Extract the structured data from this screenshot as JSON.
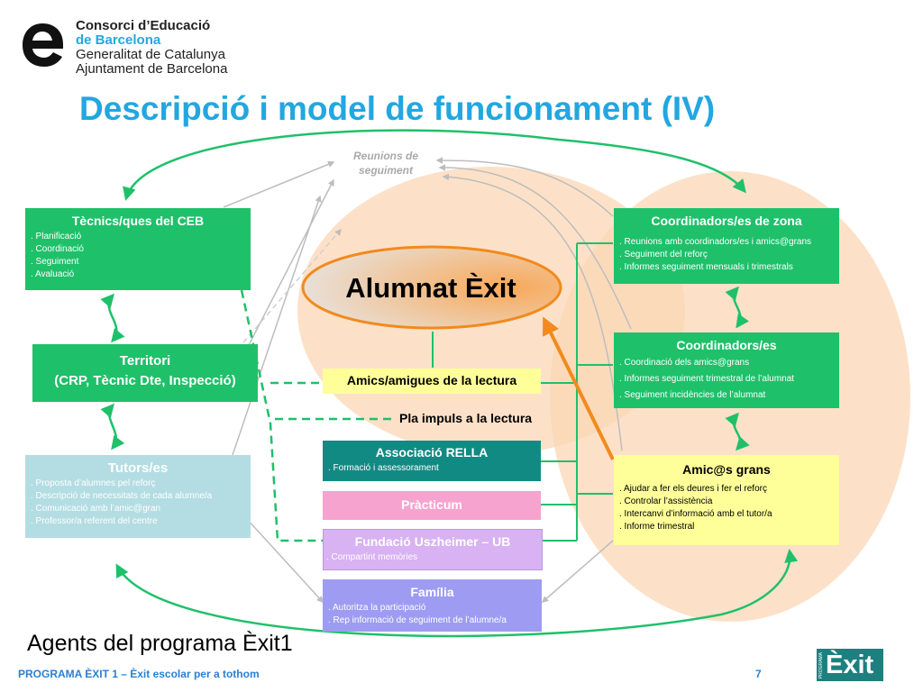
{
  "org": {
    "line1": "Consorci d’Educació",
    "line2": "de Barcelona",
    "line3": "Generalitat de Catalunya",
    "line4": "Ajuntament de Barcelona"
  },
  "title": "Descripció i model de funcionament (IV)",
  "reunions": {
    "line1": "Reunions de",
    "line2": "seguiment"
  },
  "center": "Alumnat Èxit",
  "tecnics": {
    "title": "Tècnics/ques del CEB",
    "items": [
      ". Planificació",
      ". Coordinació",
      ". Seguiment",
      ". Avaluació"
    ]
  },
  "territori": {
    "title": "Territori",
    "subtitle": "(CRP, Tècnic Dte, Inspecció)"
  },
  "tutors": {
    "title": "Tutors/es",
    "items": [
      ". Proposta d’alumnes pel reforç",
      ". Descripció de necessitats de cada alumne/a",
      ". Comunicació amb l’amic@gran",
      ". Professor/a referent del centre"
    ]
  },
  "amics_lectura": "Amics/amigues de la lectura",
  "pla_impuls": "Pla impuls a la lectura",
  "rella": {
    "title": "Associació RELLA",
    "items": [
      ". Formació i assessorament"
    ]
  },
  "practicum": "Pràcticum",
  "uszheimer": {
    "title": "Fundació Uszheimer – UB",
    "items": [
      ". Compartint memòries"
    ]
  },
  "familia": {
    "title": "Família",
    "items": [
      ". Autoritza la participació",
      ". Rep informació de seguiment de l’alumne/a"
    ]
  },
  "coord_zona": {
    "title": "Coordinadors/es de zona",
    "items": [
      ". Reunions amb coordinadors/es i amics@grans",
      ". Seguiment del reforç",
      ". Informes seguiment mensuals i trimestrals"
    ]
  },
  "coordinadors": {
    "title": "Coordinadors/es",
    "items": [
      ". Coordinació dels amics@grans",
      ". Informes seguiment trimestral de l’alumnat",
      ". Seguiment incidències de l’alumnat"
    ]
  },
  "amics_grans": {
    "title": "Amic@s grans",
    "items": [
      ". Ajudar a fer els deures i fer el reforç",
      ". Controlar l’assistència",
      ". Intercanvi d’informació amb el tutor/a",
      ". Informe trimestral"
    ]
  },
  "agents": "Agents del programa Èxit1",
  "footer": "PROGRAMA ÈXIT 1 – Èxit escolar per a tothom",
  "page_number": "7",
  "exit_logo": {
    "word": "Èxit",
    "vertical": "PROGRAMA"
  },
  "colors": {
    "title": "#22a7e0",
    "green": "#1fc06a",
    "orange": "#f28a1d",
    "teal": "#128a84"
  }
}
